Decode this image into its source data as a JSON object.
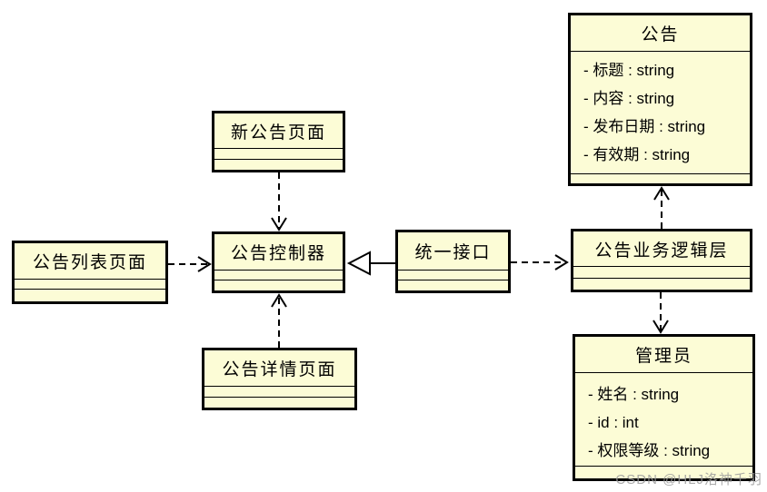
{
  "style": {
    "box_fill": "#fcfcd6",
    "box_border": "#000000",
    "line_color": "#000000",
    "watermark_color": "#9b9b9b",
    "background": "#ffffff"
  },
  "classes": {
    "new_page": {
      "title": "新公告页面"
    },
    "list_page": {
      "title": "公告列表页面"
    },
    "controller": {
      "title": "公告控制器"
    },
    "detail_page": {
      "title": "公告详情页面"
    },
    "interface": {
      "title": "统一接口"
    },
    "logic_layer": {
      "title": "公告业务逻辑层"
    },
    "announcement": {
      "title": "公告",
      "attributes": [
        "- 标题 : string",
        "- 内容 : string",
        "- 发布日期 : string",
        "- 有效期 : string"
      ]
    },
    "admin": {
      "title": "管理员",
      "attributes": [
        "- 姓名 : string",
        "- id : int",
        "- 权限等级 : string"
      ]
    }
  },
  "relations": [
    {
      "from": "新公告页面",
      "to": "公告控制器",
      "type": "dependency",
      "line": "dashed",
      "head": "open-arrow"
    },
    {
      "from": "公告列表页面",
      "to": "公告控制器",
      "type": "dependency",
      "line": "dashed",
      "head": "open-arrow"
    },
    {
      "from": "公告详情页面",
      "to": "公告控制器",
      "type": "dependency",
      "line": "dashed",
      "head": "open-arrow"
    },
    {
      "from": "统一接口",
      "to": "公告控制器",
      "type": "generalization",
      "line": "solid",
      "head": "hollow-triangle"
    },
    {
      "from": "统一接口",
      "to": "公告业务逻辑层",
      "type": "dependency",
      "line": "dashed",
      "head": "open-arrow"
    },
    {
      "from": "公告业务逻辑层",
      "to": "公告",
      "type": "dependency",
      "line": "dashed",
      "head": "open-arrow"
    },
    {
      "from": "公告业务逻辑层",
      "to": "管理员",
      "type": "dependency",
      "line": "dashed",
      "head": "open-arrow"
    }
  ],
  "watermark": {
    "text": "CSDN @HLJ洛神千羽"
  }
}
